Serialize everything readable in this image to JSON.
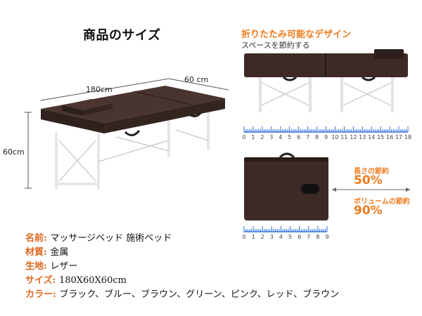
{
  "title": "商品のサイズ",
  "dimensions": {
    "length": "180cm",
    "width": "60 cm",
    "height": "60cm"
  },
  "folding": {
    "heading": "折りたたみ可能なデザイン",
    "subheading": "スペースを節約する",
    "ruler_top_numbers": [
      "0",
      "1",
      "2",
      "3",
      "4",
      "5",
      "6",
      "7",
      "8",
      "9",
      "10",
      "11",
      "12",
      "13",
      "14",
      "15",
      "16",
      "17",
      "18"
    ],
    "ruler_bottom_numbers": [
      "0",
      "1",
      "2",
      "3",
      "4",
      "5",
      "6",
      "7",
      "8",
      "9"
    ],
    "length_saving_label": "長さの節約",
    "length_saving_value": "50%",
    "volume_saving_label": "ボリュームの節約",
    "volume_saving_value": "90%"
  },
  "specs": [
    {
      "key": "名前: ",
      "value": "マッサージベッド 施術ベッド"
    },
    {
      "key": "材質: ",
      "value": "金属"
    },
    {
      "key": "生地: ",
      "value": "レザー"
    },
    {
      "key": "サイズ: ",
      "value": "180X60X60cm"
    },
    {
      "key": "カラー: ",
      "value": "ブラック、ブルー、ブラウン、グリーン、ピンク、レッド、ブラウン"
    }
  ],
  "colors": {
    "accent": "#f07a1c",
    "upholstery": "#3d2a26",
    "ruler": "#2e6fd8"
  }
}
